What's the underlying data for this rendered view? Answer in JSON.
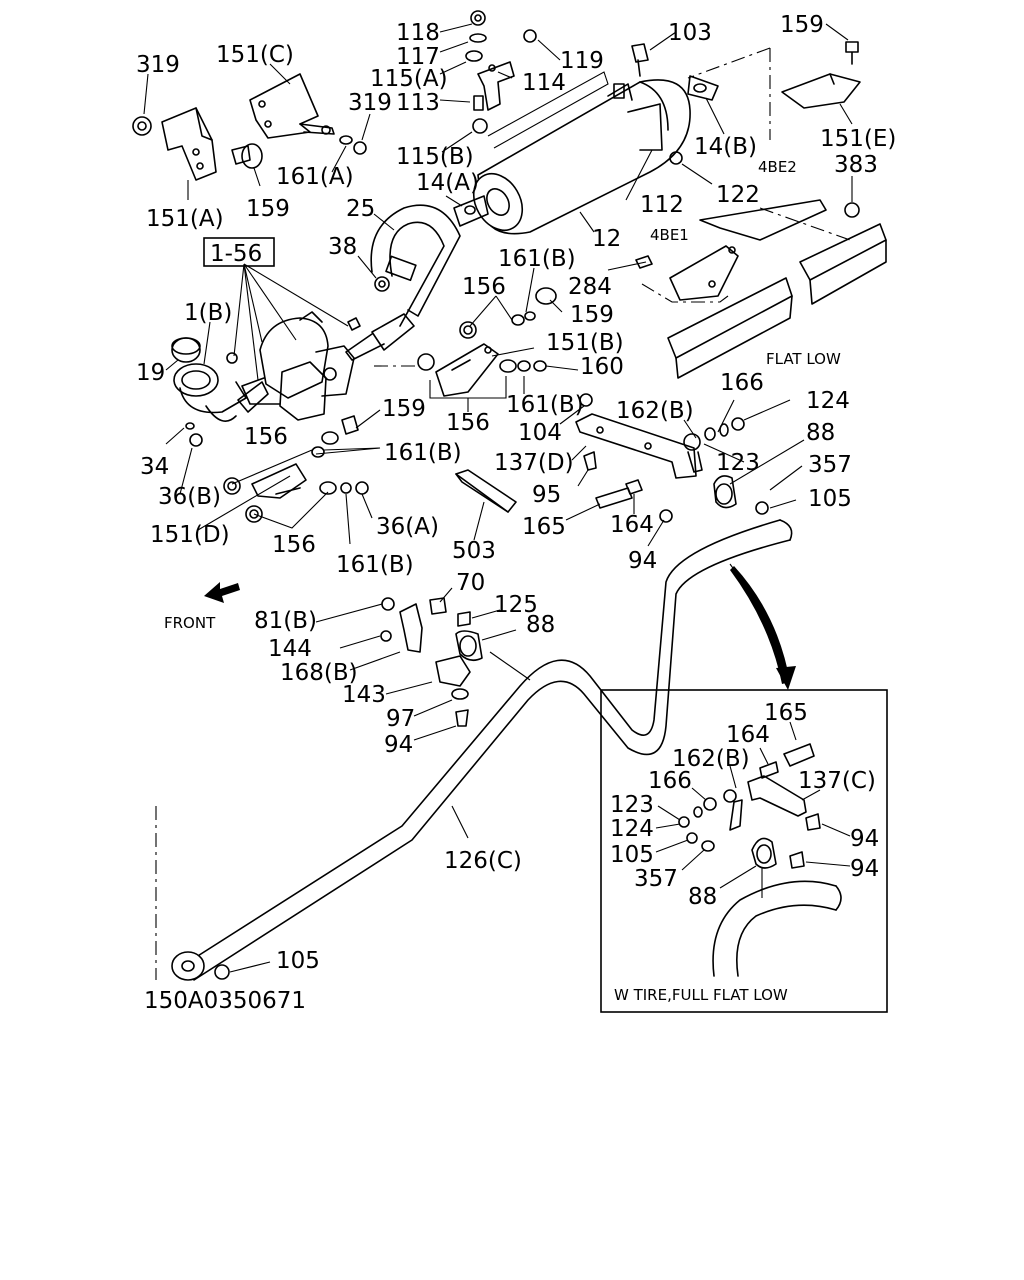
{
  "diagram": {
    "drawing_number": "150A0350671",
    "notes": {
      "front": "FRONT",
      "flat_low": "FLAT LOW",
      "inset_title": "W TIRE,FULL FLAT LOW",
      "variant_4be2": "4BE2",
      "variant_4be1": "4BE1"
    },
    "callouts": [
      "118",
      "117",
      "115(A)",
      "113",
      "115(B)",
      "119",
      "114",
      "103",
      "159",
      "319",
      "151(C)",
      "319",
      "161(A)",
      "159",
      "151(A)",
      "14(A)",
      "14(B)",
      "4BE2",
      "151(E)",
      "383",
      "122",
      "112",
      "12",
      "25",
      "38",
      "1-56",
      "161(B)",
      "156",
      "284",
      "159",
      "1(B)",
      "19",
      "151(B)",
      "160",
      "156",
      "161(B)",
      "104",
      "162(B)",
      "166",
      "124",
      "88",
      "137(D)",
      "123",
      "357",
      "105",
      "159",
      "161(B)",
      "156",
      "34",
      "36(B)",
      "95",
      "165",
      "164",
      "94",
      "151(D)",
      "156",
      "36(A)",
      "161(B)",
      "503",
      "70",
      "81(B)",
      "125",
      "88",
      "144",
      "168(B)",
      "143",
      "97",
      "94",
      "126(C)",
      "105",
      "165",
      "164",
      "162(B)",
      "137(C)",
      "166",
      "123",
      "124",
      "105",
      "357",
      "94",
      "94",
      "88"
    ]
  }
}
